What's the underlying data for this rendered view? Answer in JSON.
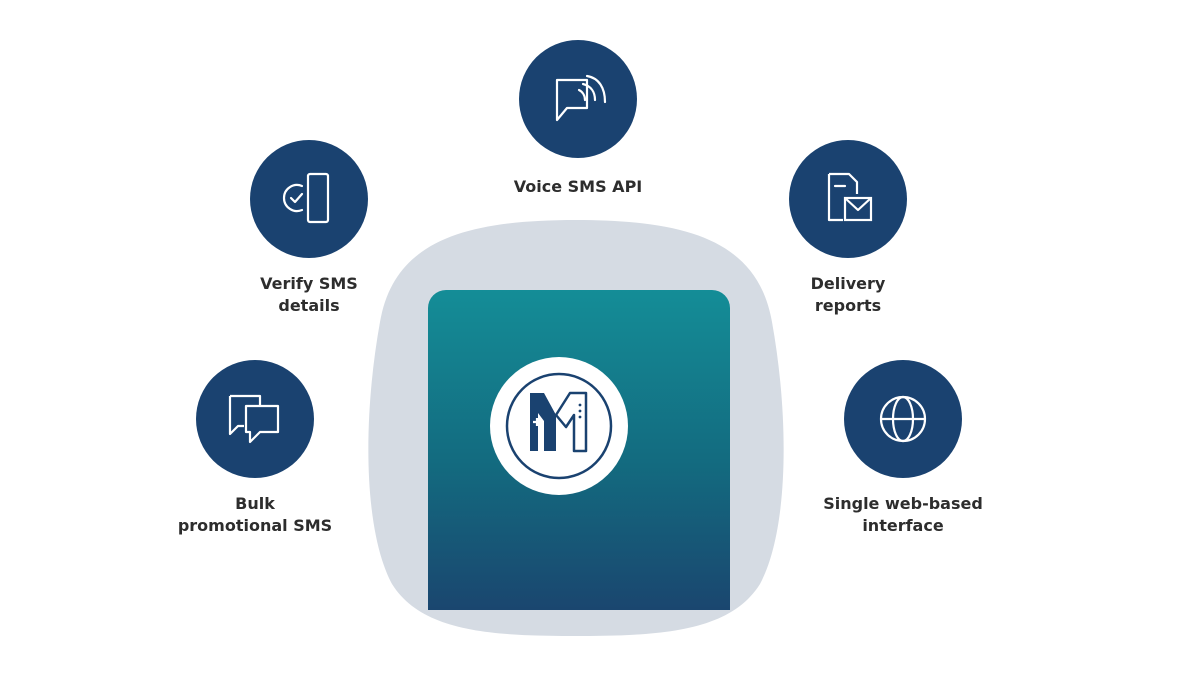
{
  "features": {
    "voice": {
      "label": "Voice SMS API",
      "icon": "voice-message-icon"
    },
    "verify": {
      "label": "Verify SMS\ndetails",
      "icon": "verify-phone-icon"
    },
    "delivery": {
      "label": "Delivery\nreports",
      "icon": "delivery-report-icon"
    },
    "bulk": {
      "label": "Bulk\npromotional SMS",
      "icon": "chat-bubbles-icon"
    },
    "web": {
      "label": "Single web-based\ninterface",
      "icon": "globe-icon"
    }
  },
  "center": {
    "logo": "m1-logo-icon"
  },
  "colors": {
    "node_fill": "#1a4270",
    "hub_background": "#d5dbe3",
    "phone_top": "#148d97",
    "phone_bottom": "#1a466f",
    "label_text": "#2d2d2d"
  }
}
